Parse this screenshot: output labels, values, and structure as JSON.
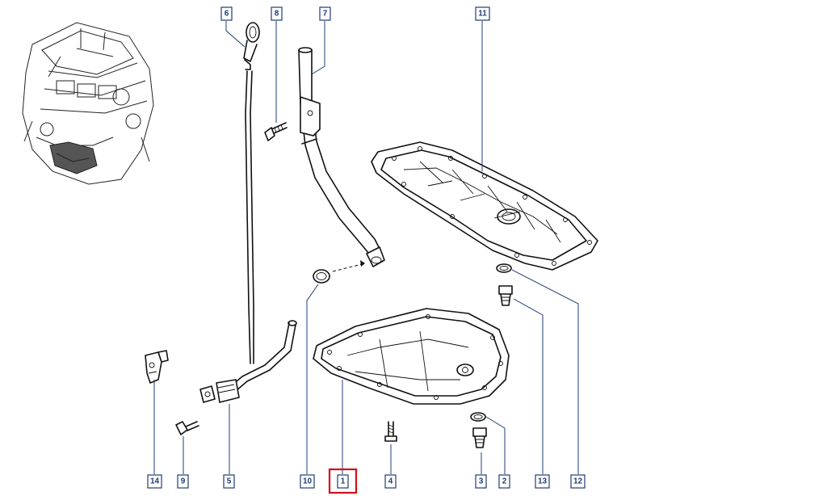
{
  "callouts": [
    {
      "label": "6",
      "highlighted": false
    },
    {
      "label": "8",
      "highlighted": false
    },
    {
      "label": "7",
      "highlighted": false
    },
    {
      "label": "11",
      "highlighted": false
    },
    {
      "label": "14",
      "highlighted": false
    },
    {
      "label": "9",
      "highlighted": false
    },
    {
      "label": "5",
      "highlighted": false
    },
    {
      "label": "10",
      "highlighted": false
    },
    {
      "label": "1",
      "highlighted": true
    },
    {
      "label": "4",
      "highlighted": false
    },
    {
      "label": "3",
      "highlighted": false
    },
    {
      "label": "2",
      "highlighted": false
    },
    {
      "label": "13",
      "highlighted": false
    },
    {
      "label": "12",
      "highlighted": false
    }
  ],
  "colors": {
    "callout_border": "#1f3c73",
    "highlight": "#d0101a",
    "line_art": "#111111"
  }
}
